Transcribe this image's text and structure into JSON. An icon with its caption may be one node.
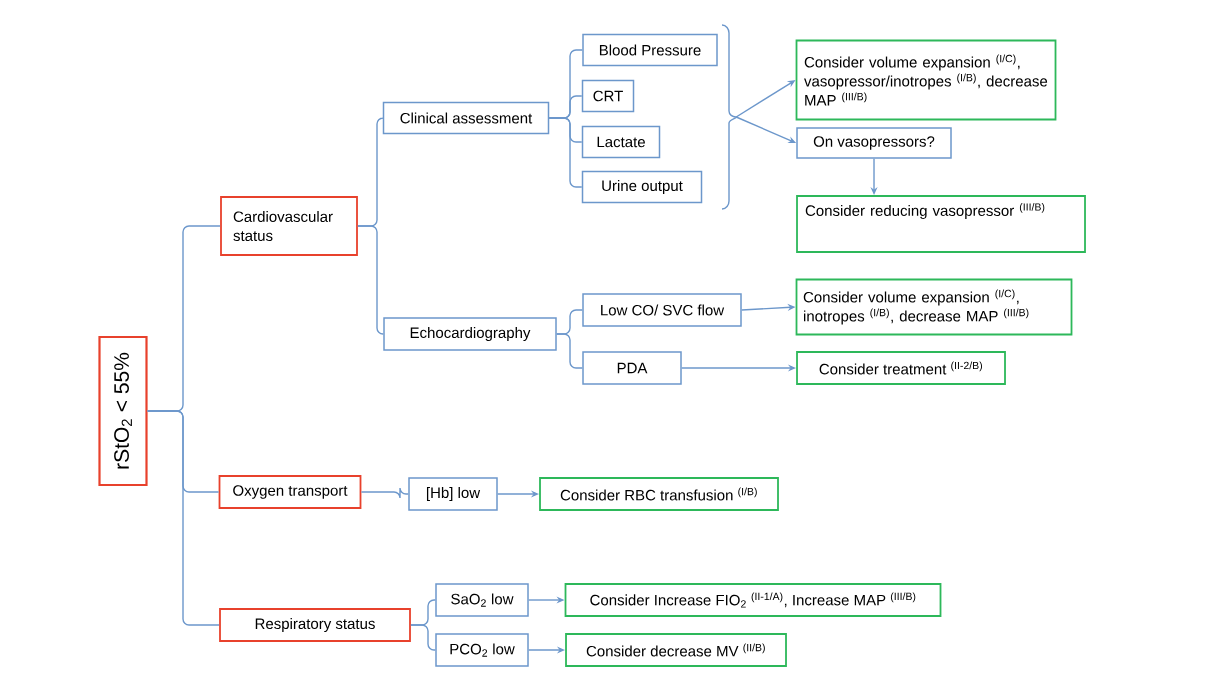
{
  "diagram": {
    "nodes": [
      {
        "text": [
          "rStO$_{2}$ < 55%"
        ]
      },
      {
        "text": [
          "Cardiovascular status"
        ]
      },
      {
        "text": [
          "Clinical assessment"
        ]
      },
      {
        "text": [
          "Blood Pressure"
        ]
      },
      {
        "text": [
          "CRT"
        ]
      },
      {
        "text": [
          "Lactate"
        ]
      },
      {
        "text": [
          "Urine output"
        ]
      },
      {
        "text": [],
        "shape": "bracket"
      },
      {
        "text": [
          "Consider volume expansion $^{(I/C)}$, vasopressor/inotropes $^{(I/B)}$, decrease MAP $^{(III/B)}$"
        ]
      },
      {
        "text": [
          "On vasopressors?"
        ]
      },
      {
        "text": [
          "Consider reducing vasopressor $^{(III/B)}$"
        ]
      },
      {
        "text": [
          "Echocardiography"
        ]
      },
      {
        "text": [
          "Low CO/ SVC flow"
        ]
      },
      {
        "text": [
          "PDA"
        ]
      },
      {
        "text": [
          "Consider volume expansion $^{(I/C)}$, inotropes $^{(I/B)}$, decrease MAP $^{(III/B)}$"
        ]
      },
      {
        "text": [
          "Consider treatment $^{(II-2/B)}$"
        ]
      },
      {
        "text": [
          "Oxygen transport"
        ]
      },
      {
        "text": [
          "[Hb] low"
        ]
      },
      {
        "text": [
          "Consider RBC transfusion $^{(I/B)}$"
        ]
      },
      {
        "text": [
          "Respiratory status"
        ]
      },
      {
        "text": [
          "SaO$_{2}$ low"
        ]
      },
      {
        "text": [
          "Consider Increase FIO$_{2}$ $^{(II-1/A)}$, Increase MAP $^{(III/B)}$"
        ]
      },
      {
        "text": [
          "PCO$_{2}$ low"
        ]
      },
      {
        "text": [
          "Consider decrease MV $^{(II/B)}$"
        ]
      }
    ],
    "edges": [
      {
        "from": 0,
        "to": 1,
        "arrow": "none"
      },
      {
        "from": 0,
        "to": 16,
        "arrow": "none"
      },
      {
        "from": 0,
        "to": 19,
        "arrow": "none"
      },
      {
        "from": 1,
        "to": 2,
        "arrow": "none"
      },
      {
        "from": 1,
        "to": 11,
        "arrow": "none"
      },
      {
        "from": 2,
        "to": 3,
        "arrow": "none"
      },
      {
        "from": 2,
        "to": 4,
        "arrow": "none"
      },
      {
        "from": 2,
        "to": 5,
        "arrow": "none"
      },
      {
        "from": 2,
        "to": 6,
        "arrow": "none"
      },
      {
        "from": 7,
        "to": 8,
        "arrow": "to"
      },
      {
        "from": 7,
        "to": 9,
        "arrow": "to"
      },
      {
        "from": 9,
        "to": 10,
        "arrow": "to"
      },
      {
        "from": 11,
        "to": 12,
        "arrow": "none"
      },
      {
        "from": 11,
        "to": 13,
        "arrow": "none"
      },
      {
        "from": 12,
        "to": 14,
        "arrow": "to"
      },
      {
        "from": 13,
        "to": 15,
        "arrow": "to"
      },
      {
        "from": 16,
        "to": 17,
        "arrow": "none"
      },
      {
        "from": 17,
        "to": 18,
        "arrow": "to"
      },
      {
        "from": 19,
        "to": 20,
        "arrow": "none"
      },
      {
        "from": 19,
        "to": 22,
        "arrow": "none"
      },
      {
        "from": 20,
        "to": 21,
        "arrow": "to"
      },
      {
        "from": 22,
        "to": 23,
        "arrow": "to"
      }
    ]
  }
}
